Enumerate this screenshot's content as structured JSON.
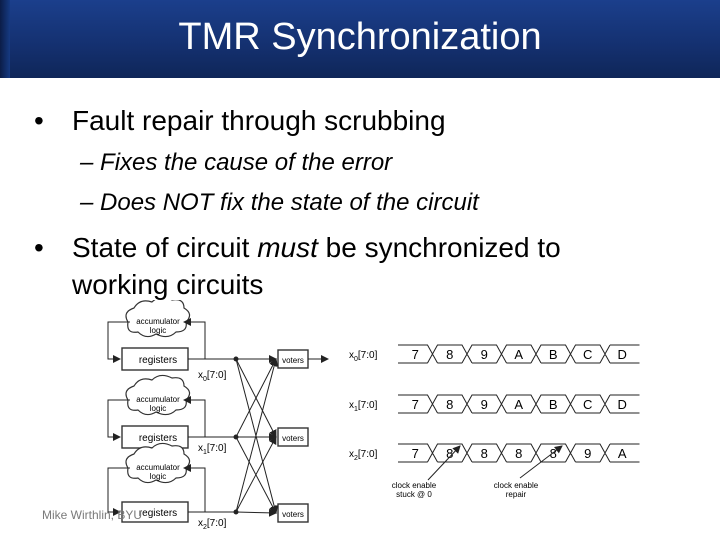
{
  "slide": {
    "title": "TMR Synchronization",
    "bullets": [
      {
        "text": "Fault repair through scrubbing",
        "sub": [
          "Fixes the cause of the error",
          "Does NOT fix the state of the circuit"
        ]
      },
      {
        "text_before": "State of circuit ",
        "text_em": "must",
        "text_after": " be synchronized to",
        "text_line2": "working circuits"
      }
    ],
    "sub_dash": "–",
    "bullet_char": "•",
    "footer": "Mike Wirthlin, BYU"
  },
  "diagram": {
    "cloud_label_1": "accumulator",
    "cloud_label_2": "logic",
    "register_label": "registers",
    "voter_label": "voters",
    "signal_prefix": "x",
    "signal_suffix": "[7:0]",
    "signal_indices": [
      "0",
      "1",
      "2"
    ],
    "timing": {
      "rows": [
        {
          "label": "x0[7:0]",
          "values": [
            "7",
            "8",
            "9",
            "A",
            "B",
            "C",
            "D"
          ]
        },
        {
          "label": "x1[7:0]",
          "values": [
            "7",
            "8",
            "9",
            "A",
            "B",
            "C",
            "D"
          ]
        },
        {
          "label": "x2[7:0]",
          "values": [
            "7",
            "8",
            "8",
            "8",
            "8",
            "9",
            "A"
          ]
        }
      ],
      "annotation_stuck": [
        "clock enable",
        "stuck @ 0"
      ],
      "annotation_repair": [
        "clock enable",
        "repair"
      ]
    }
  },
  "colors": {
    "title_bg": "#14306f",
    "title_text": "#ffffff",
    "text": "#000000",
    "footer": "#7a7a7a"
  }
}
